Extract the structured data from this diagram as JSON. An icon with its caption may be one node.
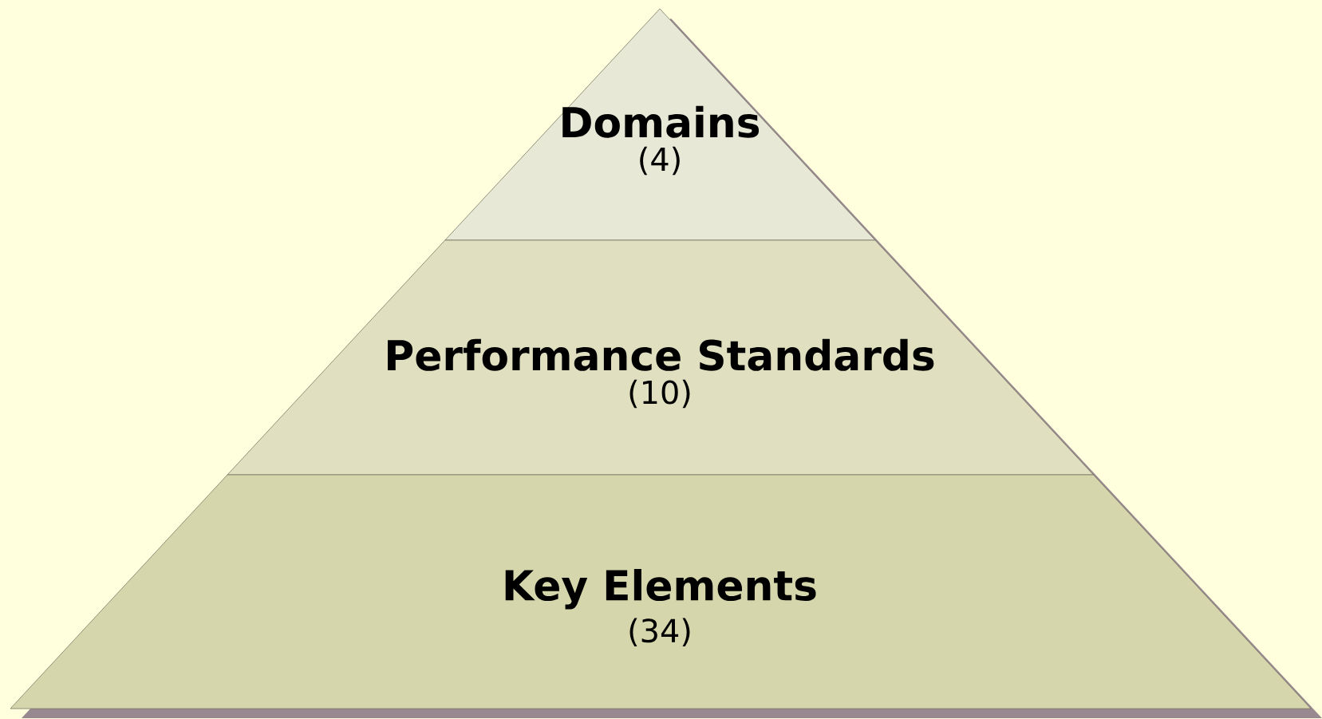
{
  "diagram": {
    "nodes": [
      {
        "text": [
          "Domains",
          "(4)"
        ]
      },
      {
        "text": [
          "Performance Standards",
          "(10)"
        ]
      },
      {
        "text": [
          "Key Elements",
          "(34)"
        ]
      }
    ]
  }
}
